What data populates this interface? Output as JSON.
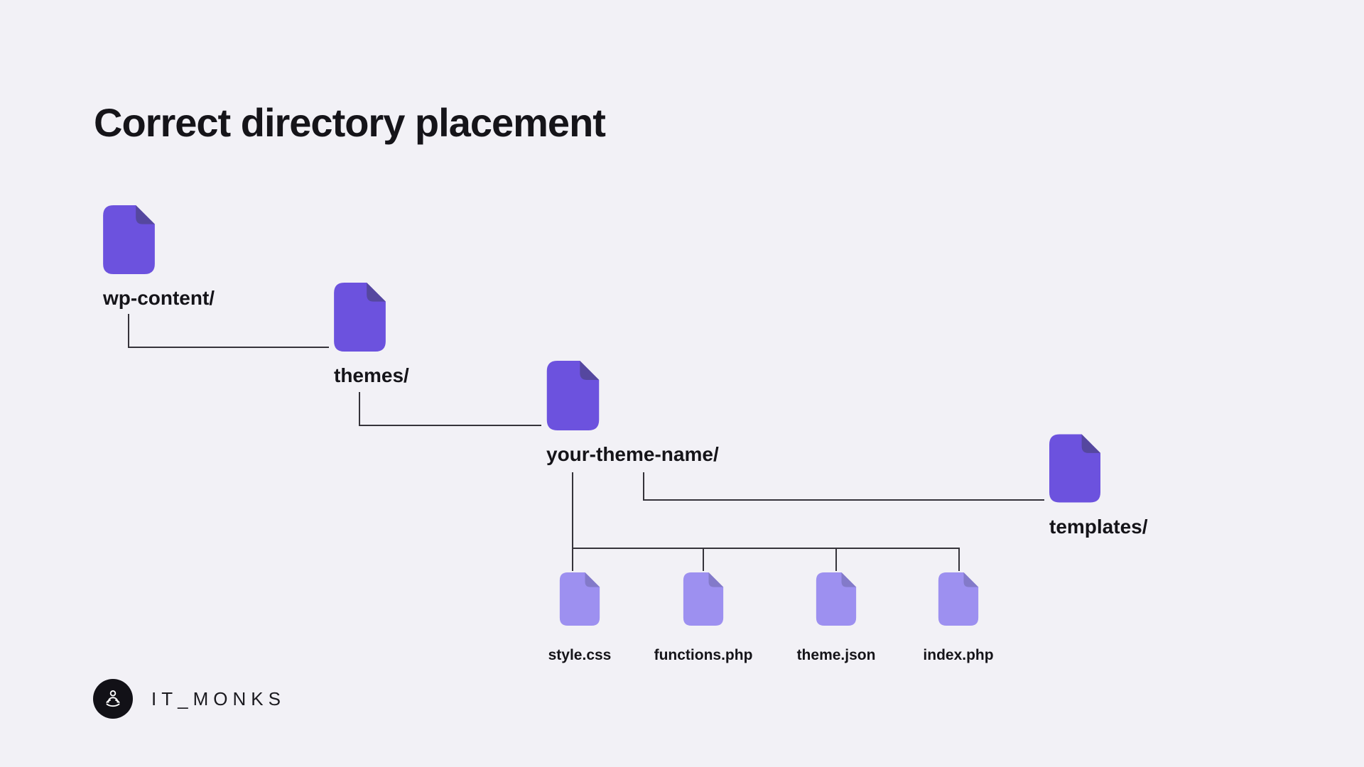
{
  "title": "Correct directory placement",
  "theme": {
    "background": "#F2F1F6",
    "parent_icon_color": "#6C52DE",
    "parent_icon_fold": "#55479F",
    "child_icon_color": "#9D90F0",
    "child_icon_fold": "#837AC9",
    "line_color": "#35333A",
    "text_color": "#151419"
  },
  "nodes": {
    "wp_content": {
      "label": "wp-content/"
    },
    "themes": {
      "label": "themes/"
    },
    "your_theme_name": {
      "label": "your-theme-name/"
    },
    "templates": {
      "label": "templates/"
    },
    "style_css": {
      "label": "style.css"
    },
    "functions_php": {
      "label": "functions.php"
    },
    "theme_json": {
      "label": "theme.json"
    },
    "index_php": {
      "label": "index.php"
    }
  },
  "hierarchy": {
    "root": "wp-content/",
    "tree": "wp-content/ > themes/ > your-theme-name/ > [templates/, style.css, functions.php, theme.json, index.php]"
  },
  "logo": {
    "text": "IT_MONKS"
  }
}
